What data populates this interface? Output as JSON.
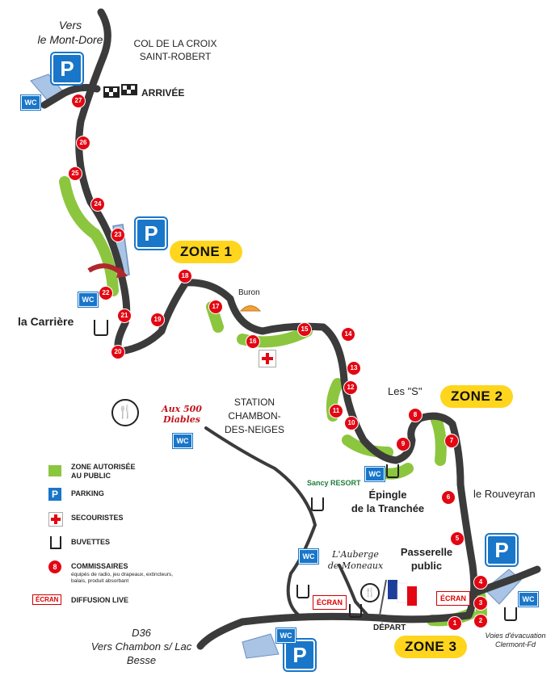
{
  "places": {
    "vers_mont_dore": "Vers\nle Mont-Dore",
    "col": "COL DE LA CROIX\nSAINT-ROBERT",
    "arrivee": "ARRIVÉE",
    "la_carriere": "la Carrière",
    "buron": "Buron",
    "station": "STATION\nCHAMBON-\nDES-NEIGES",
    "les_s": "Les \"S\"",
    "le_rouveyran": "le Rouveyran",
    "epingle": "Épingle\nde la Tranchée",
    "passerelle": "Passerelle\npublic",
    "depart": "DÉPART",
    "d36": "D36\nVers Chambon s/ Lac\nBesse",
    "voies": "Voies d'évacuation\nClermont-Fd",
    "auberge": "L'Auberge\nde Moneaux",
    "aux500": "Aux 500 Diables",
    "sancy": "Sancy RESORT"
  },
  "zones": {
    "zone1": "ZONE 1",
    "zone2": "ZONE 2",
    "zone3": "ZONE 3"
  },
  "icons": {
    "parking": "P",
    "wc": "WC",
    "ecran": "ÉCRAN"
  },
  "legend": {
    "zone": "ZONE AUTORISÉE\nAU PUBLIC",
    "parking": "PARKING",
    "secouristes": "SECOURISTES",
    "buvettes": "BUVETTES",
    "commissaires": "COMMISSAIRES",
    "commissaires_sub": "équipés de radio, jeu drapeaux, extincteurs,\nbalais, produit absorbant",
    "diffusion": "DIFFUSION LIVE",
    "commissaire_example": "8"
  },
  "markers": [
    "1",
    "2",
    "3",
    "4",
    "5",
    "6",
    "7",
    "8",
    "9",
    "10",
    "11",
    "12",
    "13",
    "14",
    "15",
    "16",
    "17",
    "18",
    "19",
    "20",
    "21",
    "22",
    "23",
    "24",
    "25",
    "26",
    "27"
  ],
  "colors": {
    "road": "#3b3b3b",
    "zone_green": "#8cc63f",
    "zone_yellow": "#ffd51d",
    "parking_blue": "#1976c9",
    "marker_red": "#e30613",
    "lake": "#a9c4e4"
  }
}
